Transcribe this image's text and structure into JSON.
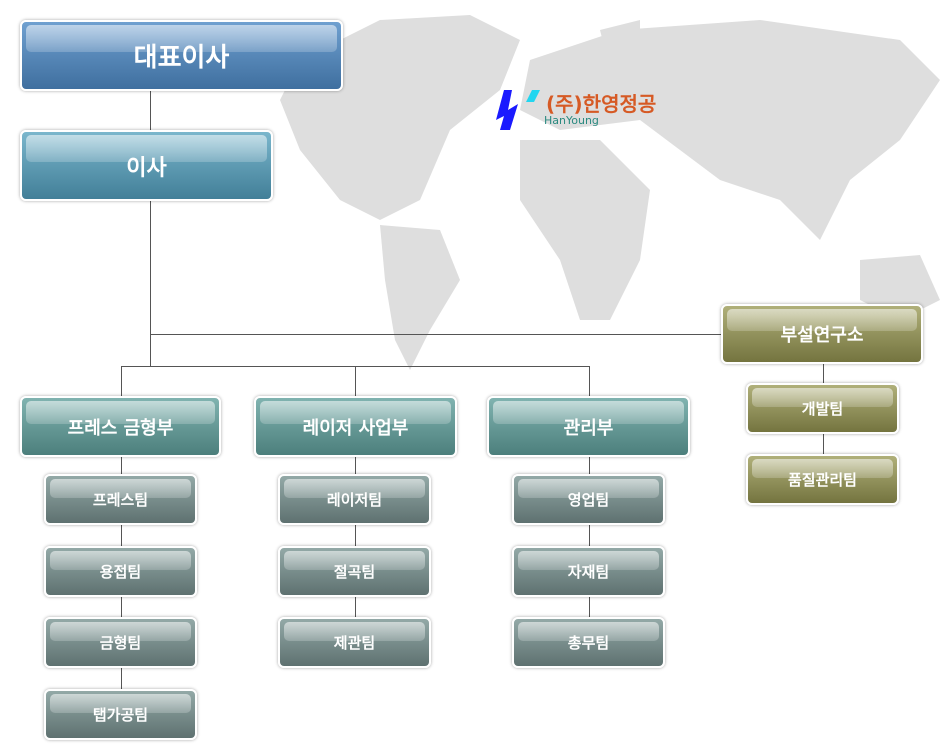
{
  "logo": {
    "name": "(주)한영정공",
    "sub": "HanYoung"
  },
  "ceo": "대표이사",
  "director": "이사",
  "research": {
    "label": "부설연구소",
    "teams": [
      "개발팀",
      "품질관리팀"
    ]
  },
  "departments": [
    {
      "label": "프레스 금형부",
      "teams": [
        "프레스팀",
        "용접팀",
        "금형팀",
        "탭가공팀"
      ]
    },
    {
      "label": "레이저 사업부",
      "teams": [
        "레이저팀",
        "절곡팀",
        "제관팀"
      ]
    },
    {
      "label": "관리부",
      "teams": [
        "영업팀",
        "자재팀",
        "총무팀"
      ]
    }
  ]
}
